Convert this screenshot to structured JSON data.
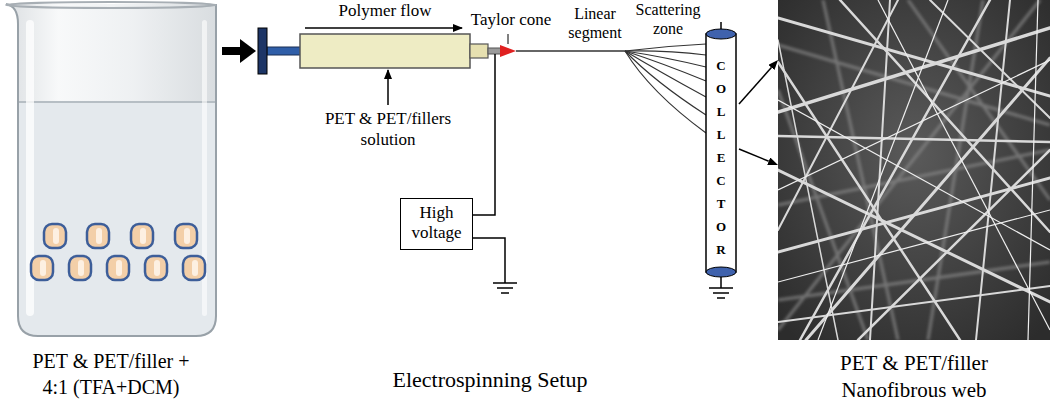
{
  "diagram": {
    "nodes": [
      {
        "text": [
          "PET & PET/filler + 4:1 (TFA+DCM)"
        ]
      },
      {
        "text": [
          "Polymer flow"
        ]
      },
      {
        "text": [
          "High voltage"
        ]
      },
      {
        "text": [
          "COLLECTOR"
        ]
      },
      {
        "text": [
          "PET & PET/filler Nanofibrous web"
        ]
      }
    ],
    "edges": [
      {
        "from": 0,
        "to": 1,
        "arrow": "to"
      },
      {
        "from": 1,
        "to": 2,
        "arrow": "none"
      },
      {
        "from": 3,
        "to": 4,
        "arrow": "to"
      },
      {
        "from": 3,
        "to": 4,
        "arrow": "to"
      }
    ],
    "labels": [
      "Taylor cone",
      "Linear segment",
      "Scattering zone",
      "PET & PET/fillers solution",
      "Electrospinning Setup"
    ]
  }
}
